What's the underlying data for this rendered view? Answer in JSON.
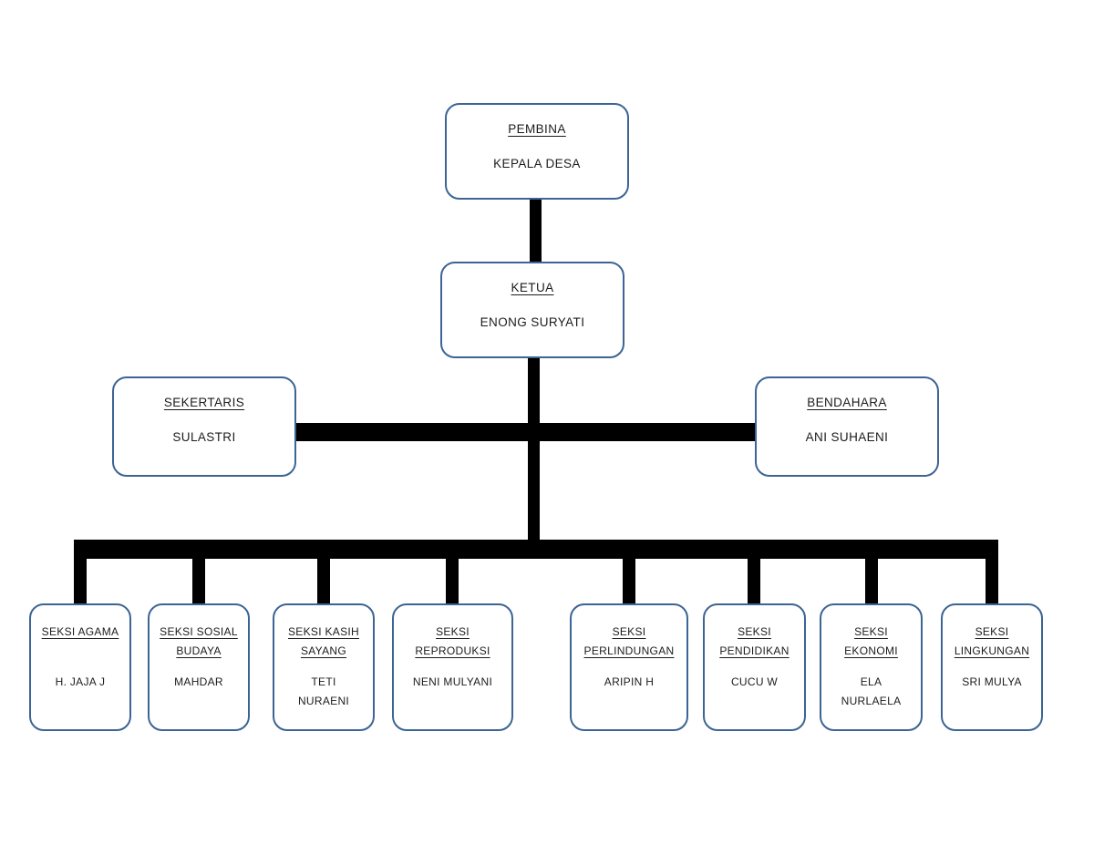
{
  "diagram": {
    "type": "org-chart",
    "nodes": {
      "pembina": {
        "title": "PEMBINA",
        "name": "KEPALA DESA"
      },
      "ketua": {
        "title": "KETUA",
        "name": "ENONG SURYATI"
      },
      "sekertaris": {
        "title": "SEKERTARIS",
        "name": "SULASTRI"
      },
      "bendahara": {
        "title": "BENDAHARA",
        "name": "ANI SUHAENI"
      },
      "seksi": [
        {
          "title": "SEKSI AGAMA",
          "name": "H. JAJA J"
        },
        {
          "title": "SEKSI SOSIAL\nBUDAYA",
          "name": "MAHDAR"
        },
        {
          "title": "SEKSI KASIH\nSAYANG",
          "name": "TETI\nNURAENI"
        },
        {
          "title": "SEKSI\nREPRODUKSI",
          "name": "NENI MULYANI"
        },
        {
          "title": "SEKSI\nPERLINDUNGAN",
          "name": "ARIPIN H"
        },
        {
          "title": "SEKSI\nPENDIDIKAN",
          "name": "CUCU W"
        },
        {
          "title": "SEKSI\nEKONOMI",
          "name": "ELA\nNURLAELA"
        },
        {
          "title": "SEKSI\nLINGKUNGAN",
          "name": "SRI MULYA"
        }
      ]
    },
    "edges": [
      "pembina -> ketua",
      "ketua -> sekertaris",
      "ketua -> bendahara",
      "ketua -> seksi[0..7]"
    ],
    "colors": {
      "box_border": "#3c6494",
      "connector_line": "#000000",
      "text": "#1c1c1c",
      "background": "#ffffff"
    }
  }
}
